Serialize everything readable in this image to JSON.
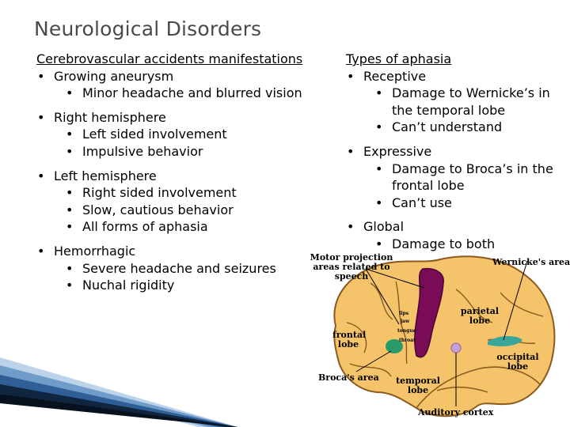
{
  "slide": {
    "title": "Neurological Disorders"
  },
  "left_column": {
    "heading": "Cerebrovascular accidents manifestations",
    "items": [
      {
        "label": "Growing aneurysm",
        "sub": [
          "Minor headache and blurred vision"
        ]
      },
      {
        "label": "Right hemisphere",
        "sub": [
          "Left sided involvement",
          "Impulsive behavior"
        ]
      },
      {
        "label": "Left hemisphere",
        "sub": [
          "Right sided involvement",
          "Slow, cautious behavior",
          "All forms of aphasia"
        ]
      },
      {
        "label": "Hemorrhagic",
        "sub": [
          "Severe headache and seizures",
          "Nuchal rigidity"
        ]
      }
    ]
  },
  "right_column": {
    "heading": "Types of aphasia",
    "items": [
      {
        "label": "Receptive",
        "sub": [
          "Damage to Wernicke’s in the temporal lobe",
          "Can’t understand"
        ]
      },
      {
        "label": "Expressive",
        "sub": [
          "Damage to Broca’s in the frontal lobe",
          "Can’t use"
        ]
      },
      {
        "label": "Global",
        "sub": [
          "Damage to both"
        ]
      }
    ]
  },
  "brain_diagram": {
    "motor_label": "Motor projection areas related to speech",
    "wernicke_label": "Wernicke's area",
    "parietal_label": "parietal lobe",
    "frontal_label": "frontal lobe",
    "occipital_label": "occipital lobe",
    "temporal_label": "temporal lobe",
    "broca_label": "Broca's area",
    "auditory_label": "Auditory cortex",
    "small_labels": {
      "lips": "lips",
      "jaw": "jaw",
      "tongue": "tongue",
      "throat": "throat"
    },
    "colors": {
      "brain": "#f5c36a",
      "motor": "#7a0b57",
      "broca": "#2a9a6a",
      "wernicke": "#3aa69a",
      "auditory": "#c9a0d6"
    }
  }
}
